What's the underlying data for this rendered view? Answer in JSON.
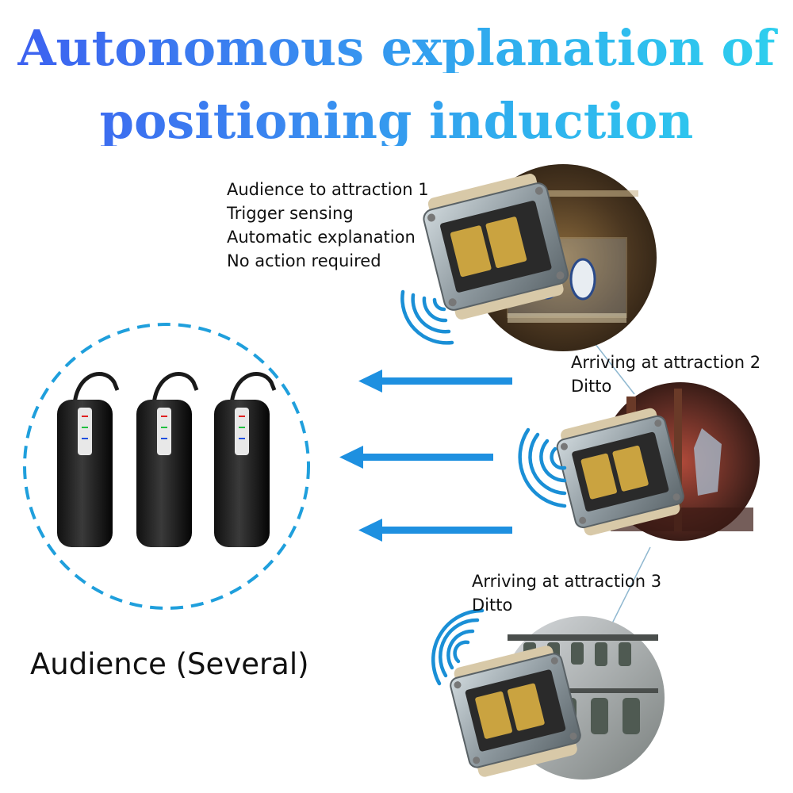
{
  "title": {
    "line1": "Autonomous explanation of",
    "line2": "positioning induction"
  },
  "attraction1": {
    "lines": [
      "Audience to attraction 1",
      "Trigger sensing",
      "Automatic explanation",
      "No action required"
    ]
  },
  "attraction2": {
    "lines": [
      "Arriving at attraction 2",
      "Ditto"
    ]
  },
  "attraction3": {
    "lines": [
      "Arriving at attraction 3",
      "Ditto"
    ]
  },
  "audience": {
    "label": "Audience (Several)",
    "device_count": 3
  },
  "colors": {
    "title_start": "#3d5ff0",
    "title_end": "#2ed0ee",
    "arrow": "#1e90e0",
    "dashed_circle": "#1f9fdc",
    "signal": "#1a8fd6"
  }
}
